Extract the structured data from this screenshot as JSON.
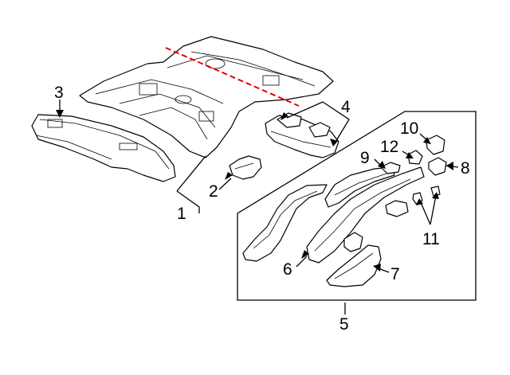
{
  "callouts": {
    "c1": "1",
    "c2": "2",
    "c3": "3",
    "c4": "4",
    "c5": "5",
    "c6": "6",
    "c7": "7",
    "c8": "8",
    "c9": "9",
    "c10": "10",
    "c11": "11",
    "c12": "12"
  },
  "colors": {
    "cut_line": "#e00000",
    "line": "#000000",
    "background": "#ffffff"
  }
}
